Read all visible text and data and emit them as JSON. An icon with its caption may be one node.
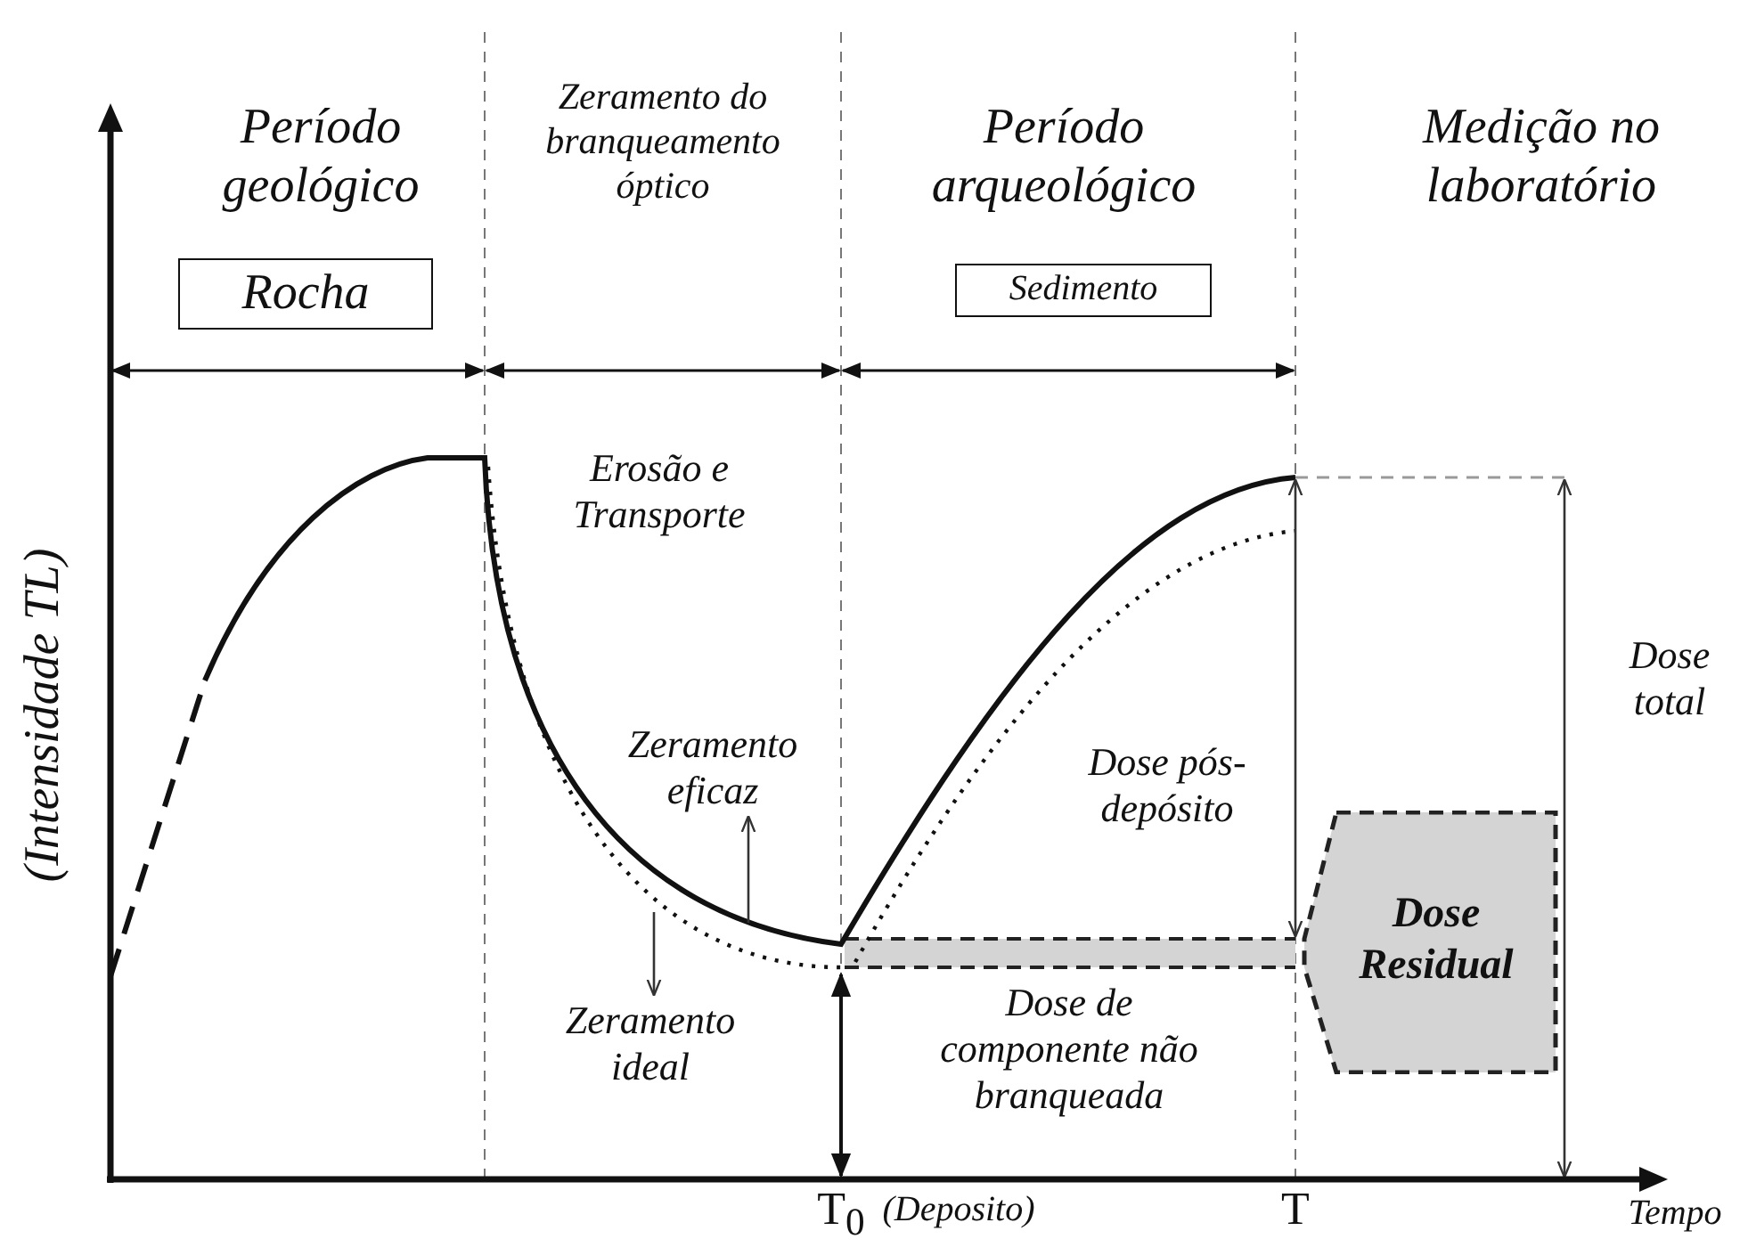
{
  "diagram": {
    "nodes": [
      {
        "text": [
          "Rocha"
        ]
      },
      {
        "text": [
          "Sedimento"
        ]
      },
      {
        "text": [
          "Zeramento eficaz"
        ]
      },
      {
        "text": [
          "Dose Residual"
        ]
      },
      {
        "text": [
          "Zeramento ideal"
        ]
      }
    ],
    "edges": [
      {
        "from": null,
        "to": 2,
        "arrow": "to"
      },
      {
        "from": null,
        "to": 4,
        "arrow": "to"
      }
    ],
    "labels": [
      "Período geológico",
      "Zeramento do branqueamento óptico",
      "Período arqueológico",
      "Medição no laboratório",
      "(Intensidade TL)",
      "Erosão e Transporte",
      "Dose total",
      "Dose pós-depósito",
      "Dose de componente não branqueada",
      "T$_{0}$",
      "(Deposito)",
      "T",
      "Tempo"
    ]
  }
}
